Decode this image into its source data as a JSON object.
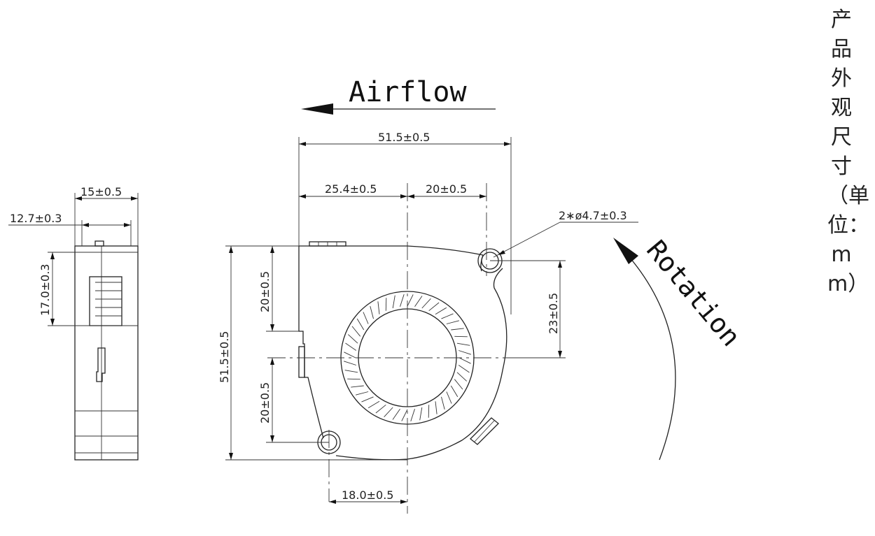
{
  "title": "产品外观尺寸（单位：mm）",
  "labels": {
    "airflow": "Airflow",
    "rotation": "Rotation"
  },
  "dimensions": {
    "side_width": "15±0.5",
    "side_inner": "12.7±0.3",
    "side_height": "17.0±0.3",
    "overall_width": "51.5±0.5",
    "outlet_offset": "25.4±0.5",
    "hole_offset": "20±0.5",
    "hole_dia": "2∗ø4.7±0.3",
    "left_upper": "20±0.5",
    "overall_height": "51.5±0.5",
    "left_lower": "20±0.5",
    "right_height": "23±0.5",
    "bottom_offset": "18.0±0.5"
  }
}
